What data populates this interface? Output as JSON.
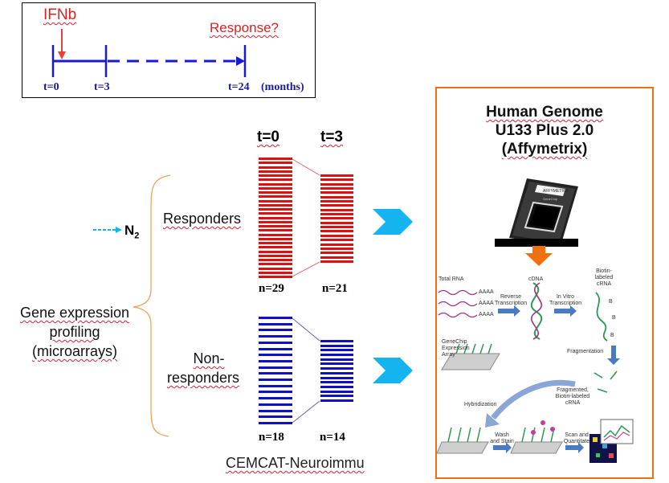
{
  "timeline": {
    "drug_label": "IFNb",
    "response_label": "Response?",
    "t0_label": "t=0",
    "t3_label": "t=3",
    "t24_label": "t=24",
    "unit_label": "(months)"
  },
  "columns": {
    "t0_header": "t=0",
    "t3_header": "t=3"
  },
  "cohort": {
    "n2_main": "N",
    "n2_sub": "2",
    "profiling_line1": "Gene expression",
    "profiling_line2": "profiling",
    "profiling_line3": "(microarrays)"
  },
  "responders": {
    "label": "Responders",
    "n_t0": "n=29",
    "n_t3": "n=21"
  },
  "non_responders": {
    "label_line1": "Non-",
    "label_line2": "responders",
    "n_t0": "n=18",
    "n_t3": "n=14"
  },
  "footer": {
    "institution": "CEMCAT-Neuroimmu"
  },
  "platform": {
    "title_line1": "Human Genome",
    "title_line2": "U133 Plus 2.0",
    "title_line3": "(Affymetrix)",
    "chip_brand": "AFFYMETRIX",
    "chip_sub": "GeneChip",
    "steps": {
      "total_rna": "Total RNA",
      "cdna": "cDNA",
      "biotin_crna": "Biotin-labeled cRNA",
      "reverse_transcription": "Reverse Transcription",
      "in_vitro_transcription": "In Vitro Transcription",
      "fragmentation": "Fragmentation",
      "genechip_array": "GeneChip Expression Array",
      "fragmented_crna": "Fragmented, Biotin-labeled cRNA",
      "hybridization": "Hybridization",
      "wash_stain": "Wash and Stain",
      "scan_quantitate": "Scan and Quantitate",
      "aaaa": "AAAA",
      "b": "B"
    }
  },
  "colors": {
    "responder_red": "#e01010",
    "nonresponder_blue": "#1010c8",
    "timeline_blue": "#1a1ad0",
    "accent_orange": "#f07010",
    "arrow_cyan": "#10b8e8",
    "label_red": "#e02020"
  }
}
